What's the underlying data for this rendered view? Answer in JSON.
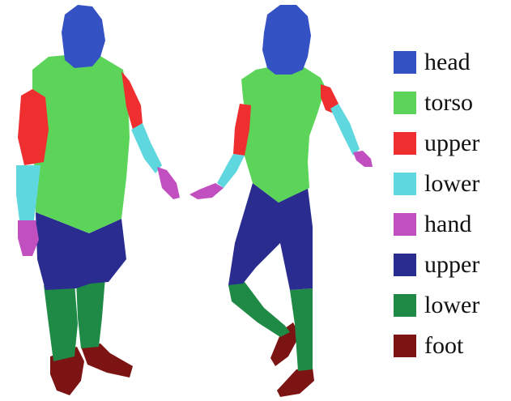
{
  "segments": [
    {
      "id": "head",
      "label": "head",
      "color": "#3452c3"
    },
    {
      "id": "torso",
      "label": "torso",
      "color": "#5cd45a"
    },
    {
      "id": "upper-arm",
      "label": "upper",
      "color": "#ef2f2f"
    },
    {
      "id": "lower-arm",
      "label": "lower",
      "color": "#5fd7df"
    },
    {
      "id": "hand",
      "label": "hand",
      "color": "#c14fbf"
    },
    {
      "id": "upper-leg",
      "label": "upper",
      "color": "#2a2d8f"
    },
    {
      "id": "lower-leg",
      "label": "lower",
      "color": "#1f8a45"
    },
    {
      "id": "foot",
      "label": "foot",
      "color": "#7d1414"
    }
  ]
}
